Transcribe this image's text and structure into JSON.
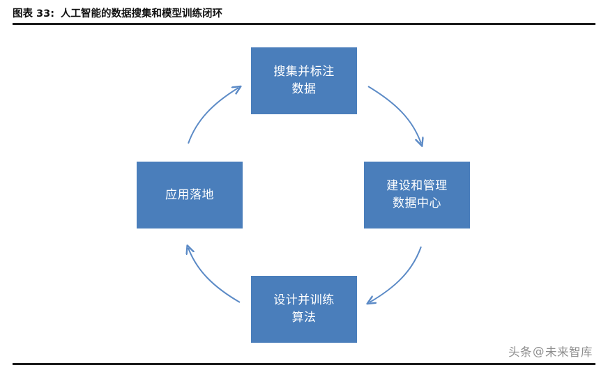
{
  "figure": {
    "label": "图表 33:",
    "title": "人工智能的数据搜集和模型训练闭环"
  },
  "diagram": {
    "type": "cycle",
    "node_color": "#4a7ebb",
    "arrow_color": "#5b8ac6",
    "nodes": [
      {
        "id": "collect",
        "position": "top",
        "line1": "搜集并标注",
        "line2": "数据"
      },
      {
        "id": "datacenter",
        "position": "right",
        "line1": "建设和管理",
        "line2": "数据中心"
      },
      {
        "id": "algorithm",
        "position": "bottom",
        "line1": "设计并训练",
        "line2": "算法"
      },
      {
        "id": "application",
        "position": "left",
        "line1": "应用落地",
        "line2": ""
      }
    ],
    "arrows": [
      {
        "from": "collect",
        "to": "datacenter"
      },
      {
        "from": "datacenter",
        "to": "algorithm"
      },
      {
        "from": "algorithm",
        "to": "application"
      },
      {
        "from": "application",
        "to": "collect"
      }
    ]
  },
  "watermark": {
    "brand": "头条",
    "at": "@",
    "source": "未来智库"
  }
}
